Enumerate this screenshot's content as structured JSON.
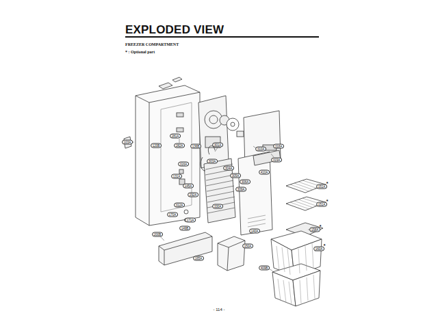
{
  "diagram": {
    "title": "EXPLODED VIEW",
    "labels": [
      "FREEZER COMPARTMENT",
      "* : Optional part",
      "103A",
      "120B",
      "281A",
      "282A",
      "136B",
      "301A",
      "303A",
      "304A",
      "305A",
      "306A",
      "309A",
      "310A",
      "318A",
      "319A",
      "410A",
      "316A",
      "131A",
      "145A",
      "292A",
      "330A",
      "312A",
      "170A",
      "171A",
      "149B",
      "140A",
      "151A",
      "*",
      "151A",
      "*",
      "158A",
      "*",
      "160A",
      "*",
      "165A",
      "200B",
      "150A",
      "409B",
      "- 114 -"
    ]
  }
}
